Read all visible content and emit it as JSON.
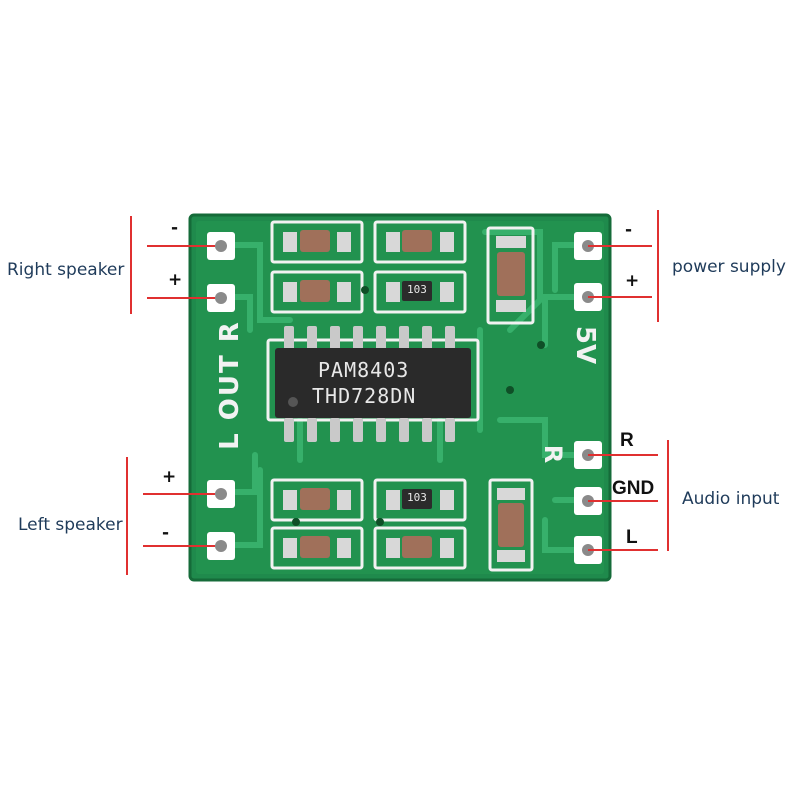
{
  "labels": {
    "right_speaker": "Right speaker",
    "left_speaker": "Left speaker",
    "power_supply": "power supply",
    "audio_input": "Audio input"
  },
  "signs": {
    "right_minus": "-",
    "right_plus": "+",
    "left_plus": "+",
    "left_minus": "-",
    "power_minus": "-",
    "power_plus": "+"
  },
  "pins": {
    "r": "R",
    "gnd": "GND",
    "l": "L"
  },
  "board": {
    "chip_line1": "PAM8403",
    "chip_line2": "THD728DN",
    "silk_left": "L OUT R",
    "silk_5v": "5V",
    "silk_r": "R",
    "resistor_code": "103"
  },
  "colors": {
    "pcb": "#1f8a4c",
    "pcb_dark": "#156b39",
    "trace": "#2fa862",
    "silk": "#f2f2f2",
    "pad": "#c9c9c9",
    "chip": "#2a2a2a",
    "cap": "#a0705a",
    "leader": "#e03030",
    "bracket": "#e03030"
  }
}
